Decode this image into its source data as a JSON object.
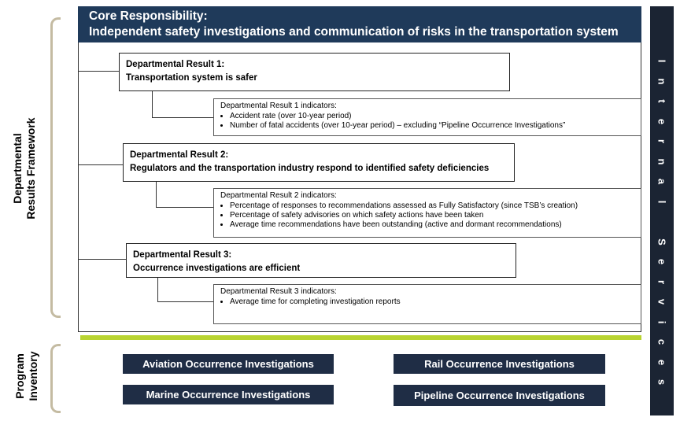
{
  "side": {
    "framework_label_line1": "Departmental",
    "framework_label_line2": "Results Framework",
    "inventory_label_line1": "Program",
    "inventory_label_line2": "Inventory"
  },
  "core": {
    "title": "Core Responsibility:",
    "subtitle": "Independent safety investigations and communication of risks in the transportation system"
  },
  "results": [
    {
      "title": "Departmental Result 1:",
      "subtitle": "Transportation system is safer",
      "indicators_title": "Departmental Result 1 indicators:",
      "indicators": [
        "Accident rate (over 10-year period)",
        "Number of fatal accidents (over 10-year period) – excluding “Pipeline Occurrence Investigations”"
      ]
    },
    {
      "title": "Departmental Result 2:",
      "subtitle": "Regulators and the transportation industry respond to identified safety deficiencies",
      "indicators_title": "Departmental Result 2 indicators:",
      "indicators": [
        "Percentage of responses to recommendations assessed as Fully Satisfactory (since TSB’s creation)",
        "Percentage of safety advisories on which safety actions have been taken",
        "Average time recommendations have been outstanding (active and dormant recommendations)"
      ]
    },
    {
      "title": "Departmental Result 3:",
      "subtitle": "Occurrence investigations are efficient",
      "indicators_title": "Departmental Result 3 indicators:",
      "indicators": [
        "Average time for completing investigation reports"
      ]
    }
  ],
  "internal_services": "Internal Services",
  "programs": [
    "Aviation Occurrence Investigations",
    "Rail Occurrence Investigations",
    "Marine Occurrence Investigations",
    "Pipeline Occurrence Investigations"
  ],
  "colors": {
    "core_bg": "#1f3a5a",
    "internal_bg": "#1b2433",
    "program_bg": "#1f2d45",
    "divider": "#b9d431",
    "bracket": "#c4bba2"
  }
}
